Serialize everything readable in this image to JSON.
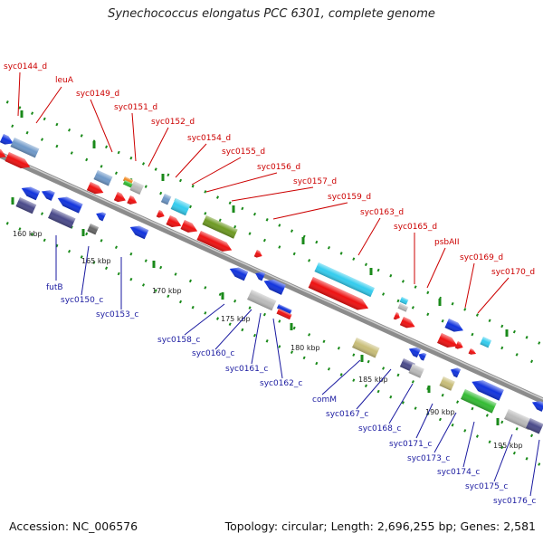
{
  "title": "Synechococcus elongatus PCC 6301, complete genome",
  "footer": {
    "accession": "Accession: NC_006576",
    "topology": "Topology: circular; Length: 2,696,255 bp; Genes: 2,581"
  },
  "ticks": [
    "160 kbp",
    "165 kbp",
    "170 kbp",
    "175 kbp",
    "180 kbp",
    "185 kbp",
    "190 kbp",
    "195 kbp"
  ],
  "forward_labels": [
    "syc0144_d",
    "leuA",
    "syc0149_d",
    "syc0151_d",
    "syc0152_d",
    "syc0154_d",
    "syc0155_d",
    "syc0156_d",
    "syc0157_d",
    "syc0159_d",
    "syc0163_d",
    "syc0165_d",
    "psbAII",
    "syc0169_d",
    "syc0170_d"
  ],
  "reverse_labels": [
    "futB",
    "syc0150_c",
    "syc0153_c",
    "syc0158_c",
    "syc0160_c",
    "syc0161_c",
    "syc0162_c",
    "comM",
    "syc0167_c",
    "syc0168_c",
    "syc0171_c",
    "syc0173_c",
    "syc0174_c",
    "syc0175_c",
    "syc0176_c"
  ],
  "colors": {
    "forward_label": "#cc0000",
    "reverse_label": "#1a1aa0",
    "backbone": "#8c8c8c",
    "tick_dots": "#1a8a1a",
    "cds_red": "#ee1111",
    "cds_blue": "#1133dd",
    "steel_blue": "#6e98c8",
    "navy": "#4a4a8a",
    "cyan": "#33ccee",
    "olive": "#6e9a22",
    "khaki": "#c8bd78",
    "green": "#33bb33",
    "grey": "#bbbbbb",
    "orange": "#f08a22",
    "dark_grey": "#666666"
  }
}
